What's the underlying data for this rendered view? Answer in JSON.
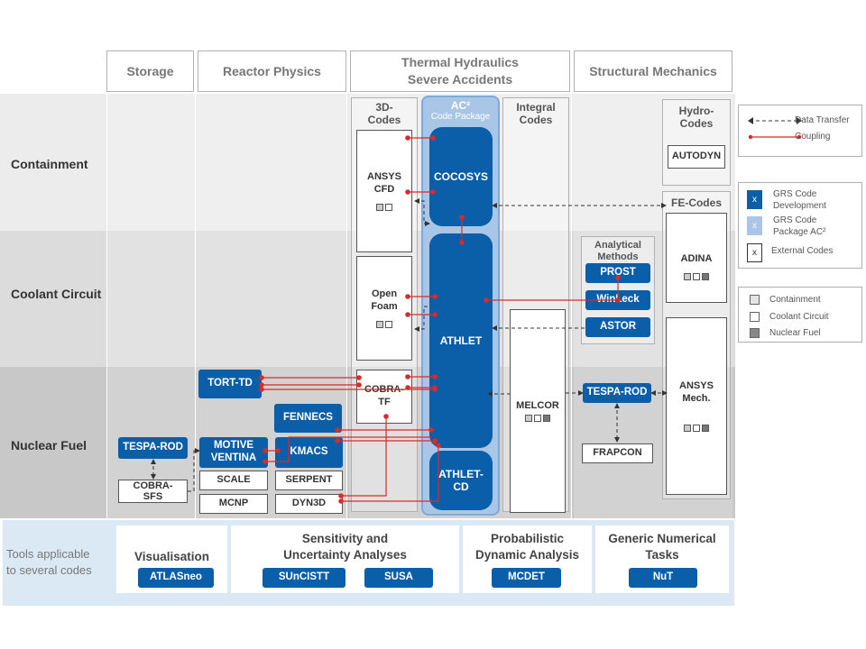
{
  "rows": {
    "containment": "Containment",
    "coolant": "Coolant  Circuit",
    "fuel": "Nuclear  Fuel"
  },
  "headers": {
    "storage": "Storage",
    "reactor_physics": "Reactor Physics",
    "thermal_line1": "Thermal Hydraulics",
    "thermal_line2": "Severe Accidents",
    "structural": "Structural Mechanics"
  },
  "subcolumns": {
    "three_d_line1": "3D-",
    "three_d_line2": "Codes",
    "ac2_line1": "AC²",
    "ac2_line2": "Code Package",
    "integral_line1": "Integral",
    "integral_line2": "Codes",
    "hydro_line1": "Hydro-",
    "hydro_line2": "Codes",
    "fe_codes": "FE-Codes",
    "analytical_line1": "Analytical",
    "analytical_line2": "Methods"
  },
  "codes": {
    "ansys_cfd_line1": "ANSYS",
    "ansys_cfd_line2": "CFD",
    "openfoam_line1": "Open",
    "openfoam_line2": "Foam",
    "cobra_tf_line1": "COBRA-",
    "cobra_tf_line2": "TF",
    "cocosys": "COCOSYS",
    "athlet": "ATHLET",
    "athlet_cd_line1": "ATHLET-",
    "athlet_cd_line2": "CD",
    "melcor": "MELCOR",
    "autodyn": "AUTODYN",
    "adina": "ADINA",
    "ansys_mech_line1": "ANSYS",
    "ansys_mech_line2": "Mech.",
    "prost": "PROST",
    "winleck": "WinLeck",
    "astor": "ASTOR",
    "tespa_rod_struct": "TESPA-ROD",
    "frapcon": "FRAPCON",
    "tort_td": "TORT-TD",
    "fennecs": "FENNECS",
    "motive_line1": "MOTIVE",
    "motive_line2": "VENTINA",
    "kmacs": "KMACS",
    "scale": "SCALE",
    "serpent": "SERPENT",
    "mcnp": "MCNP",
    "dyn3d": "DYN3D",
    "tespa_rod_storage": "TESPA-ROD",
    "cobra_sfs_line1": "COBRA-",
    "cobra_sfs_line2": "SFS"
  },
  "legend": {
    "data_transfer": "Data Transfer",
    "coupling": "Coupling",
    "grs_dev_line1": "GRS Code",
    "grs_dev_line2": "Development",
    "grs_pkg_line1": "GRS Code",
    "grs_pkg_line2": "Package AC²",
    "external": "External Codes",
    "marker": "x",
    "containment": "Containment",
    "coolant": "Coolant Circuit",
    "fuel": "Nuclear Fuel"
  },
  "tools": {
    "label_line1": "Tools applicable",
    "label_line2": "to several codes",
    "visualisation": "Visualisation",
    "atlasneo": "ATLASneo",
    "sensitivity_line1": "Sensitivity and",
    "sensitivity_line2": "Uncertainty Analyses",
    "suncistt": "SUnCISTT",
    "susa": "SUSA",
    "probabilistic_line1": "Probabilistic",
    "probabilistic_line2": "Dynamic Analysis",
    "mcdet": "MCDET",
    "generic_line1": "Generic Numerical",
    "generic_line2": "Tasks",
    "nut": "NuT"
  },
  "colors": {
    "grs_blue": "#0b5ea8",
    "ac2_light": "#a9c6e6",
    "coupling_red": "#d92b2b",
    "containment_band": "#ececec",
    "coolant_band": "#dcdcdc",
    "fuel_band": "#c8c8c8",
    "tools_band": "#dbe9f5"
  }
}
